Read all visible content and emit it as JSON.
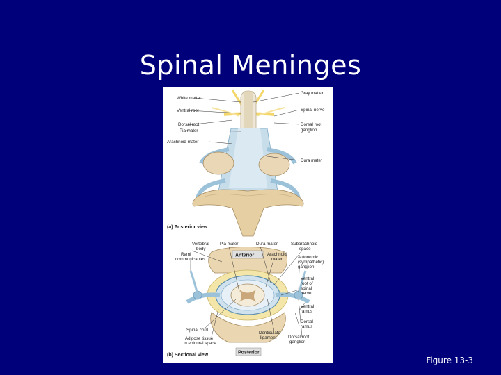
{
  "slide": {
    "title": "Spinal Meninges",
    "caption": "Figure 13-3"
  },
  "posterior_view": {
    "panel_label": "(a) Posterior view",
    "labels": {
      "gray_matter": "Gray matter",
      "white_matter": "White matter",
      "ventral_root": "Ventral root",
      "spinal_nerve": "Spinal nerve",
      "dorsal_root": "Dorsal root",
      "pia_mater": "Pia mater",
      "dorsal_root_ganglion_1": "Dorsal root",
      "dorsal_root_ganglion_2": "ganglion",
      "arachnoid_mater": "Arachnoid mater",
      "dura_mater": "Dura mater"
    }
  },
  "sectional_view": {
    "panel_label": "(b) Sectional view",
    "anterior": "Anterior",
    "posterior": "Posterior",
    "labels": {
      "vertebral_body_1": "Vertebral",
      "vertebral_body_2": "body",
      "pia_mater": "Pia mater",
      "dura_mater": "Dura mater",
      "subarachnoid_1": "Subarachnoid",
      "subarachnoid_2": "space",
      "rami_1": "Rami",
      "rami_2": "communicantes",
      "arachnoid_1": "Arachnoid",
      "arachnoid_2": "mater",
      "autonomic_1": "Autonomic",
      "autonomic_2": "(sympathetic)",
      "autonomic_3": "ganglion",
      "ventral_root_1": "Ventral",
      "ventral_root_2": "root of",
      "ventral_root_3": "spinal",
      "ventral_root_4": "nerve",
      "ventral_ramus_1": "Ventral",
      "ventral_ramus_2": "ramus",
      "dorsal_ramus_1": "Dorsal",
      "dorsal_ramus_2": "ramus",
      "spinal_cord": "Spinal cord",
      "denticulate_1": "Denticulate",
      "denticulate_2": "ligament",
      "dorsal_root_ganglion_1": "Dorsal root",
      "dorsal_root_ganglion_2": "ganglion",
      "adipose_1": "Adipose tissue",
      "adipose_2": "in epidural space"
    }
  }
}
